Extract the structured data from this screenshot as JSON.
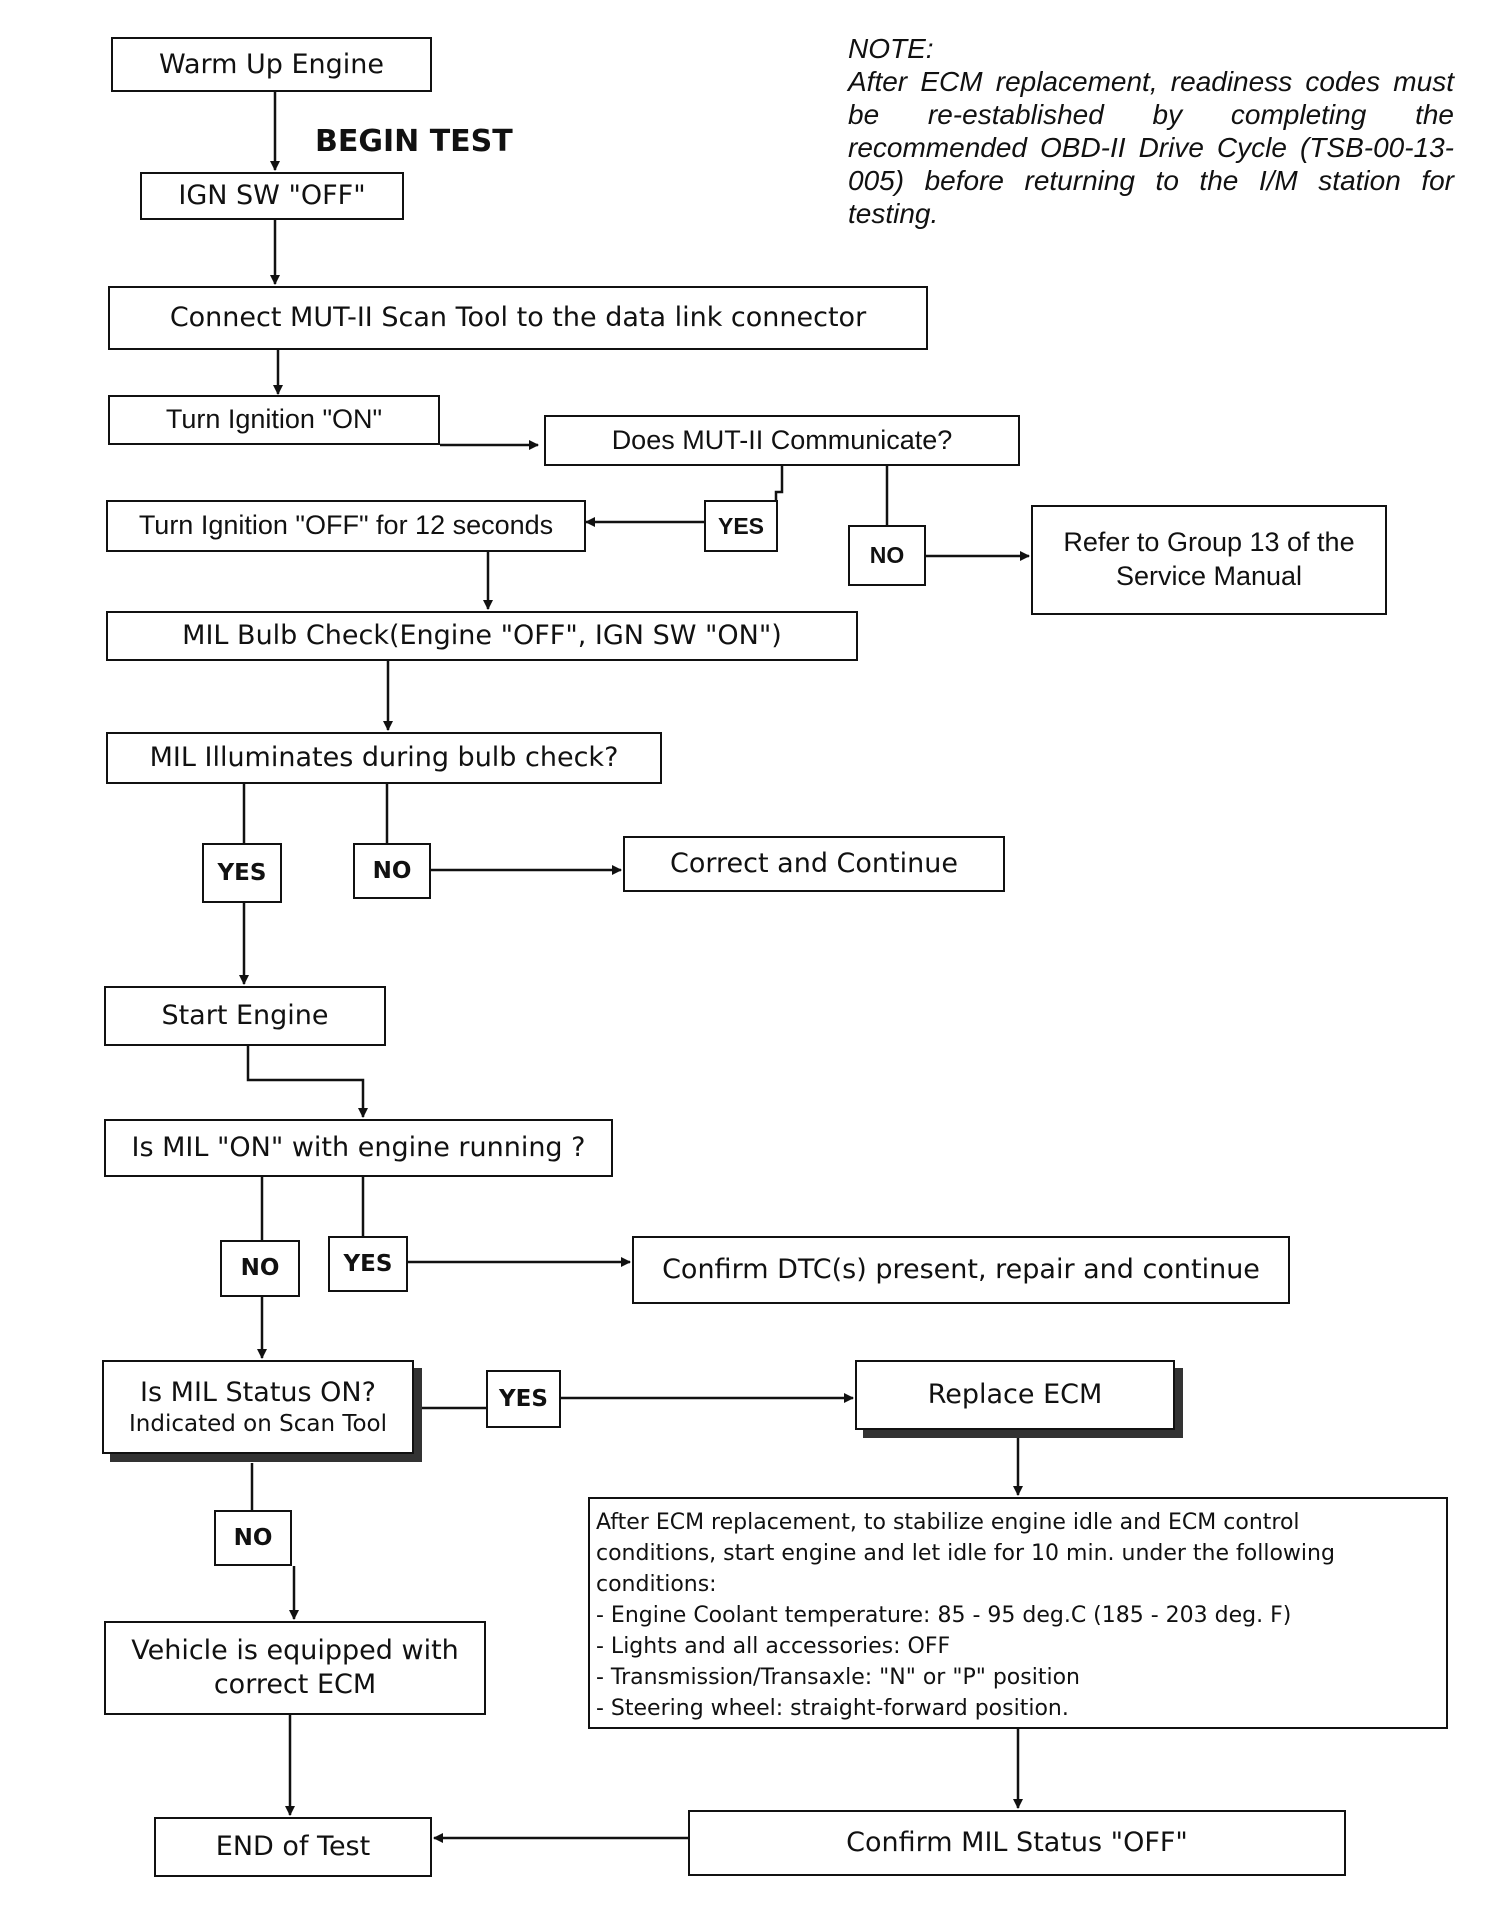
{
  "note": {
    "label": "NOTE:",
    "body": "After ECM replacement, readiness codes must be re-established by completing the recommended OBD-II Drive Cycle (TSB-00-13-005) before returning to the I/M station for testing."
  },
  "begin_label": "BEGIN TEST",
  "steps": {
    "warm_up": "Warm Up Engine",
    "ign_off": "IGN SW \"OFF\"",
    "connect": "Connect MUT-II Scan Tool to the data link connector",
    "turn_on": "Turn Ignition \"ON\"",
    "communicate": "Does MUT-II Communicate?",
    "turn_off_12": "Turn Ignition \"OFF\" for 12 seconds",
    "refer_line1": "Refer to Group 13 of the",
    "refer_line2": "Service Manual",
    "bulb_check": "MIL Bulb Check(Engine \"OFF\", IGN SW \"ON\")",
    "illuminates": "MIL Illuminates during bulb check?",
    "correct": "Correct and Continue",
    "start": "Start Engine",
    "mil_running": "Is MIL \"ON\" with engine running ?",
    "confirm_dtc": "Confirm DTC(s) present,  repair and continue",
    "status_line1": "Is MIL Status ON?",
    "status_line2": "Indicated on Scan Tool",
    "replace": "Replace ECM",
    "equipped_line1": "Vehicle is equipped with",
    "equipped_line2": "correct ECM",
    "end": "END of Test",
    "confirm_off": "Confirm MIL Status \"OFF\""
  },
  "labels": {
    "yes": "YES",
    "no": "NO"
  },
  "after_replacement": [
    "After ECM replacement, to stabilize engine idle and ECM control",
    "conditions, start engine and let idle for 10 min. under the following",
    "conditions:",
    "- Engine Coolant temperature: 85 - 95 deg.C (185 - 203 deg. F)",
    "- Lights and all accessories: OFF",
    "- Transmission/Transaxle: \"N\" or \"P\" position",
    "- Steering wheel: straight-forward position."
  ]
}
